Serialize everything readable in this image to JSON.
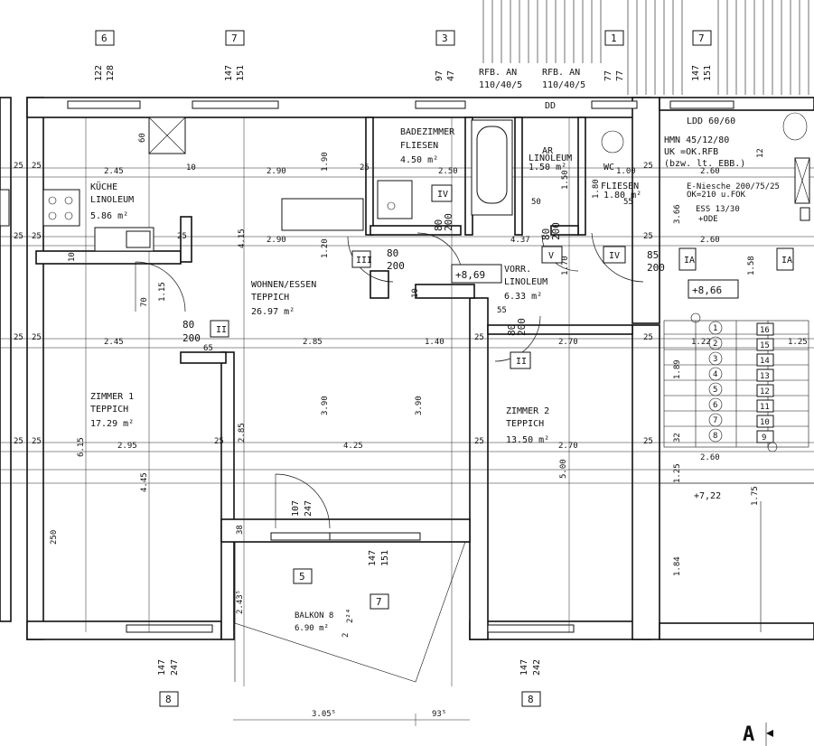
{
  "window_markers": {
    "top": [
      {
        "num": "6",
        "dim_a": "122",
        "dim_b": "128"
      },
      {
        "num": "7",
        "dim_a": "147",
        "dim_b": "151"
      },
      {
        "num": "3",
        "dim_a": "97",
        "dim_b": "47"
      },
      {
        "num": "1",
        "dim_a": "77",
        "dim_b": "77"
      },
      {
        "num": "7",
        "dim_a": "147",
        "dim_b": "151"
      }
    ],
    "bottom": [
      {
        "num": "8",
        "dim_a": "147",
        "dim_b": "247"
      },
      {
        "num": "5",
        "dim_a": "107",
        "dim_b": "247"
      },
      {
        "num": "7",
        "dim_a": "147",
        "dim_b": "151"
      },
      {
        "num": "8",
        "dim_a": "147",
        "dim_b": "242"
      }
    ]
  },
  "top_notes": {
    "rfb1": "RFB. AN",
    "rfb1_size": "110/40/5",
    "rfb2": "RFB. AN",
    "rfb2_size": "110/40/5",
    "dd": "DD",
    "ldd": "LDD 60/60",
    "hmn": "HMN 45/12/80",
    "uk": "UK =OK.RFB",
    "bzw": "(bzw. lt. EBB.)",
    "niesche": "E-Niesche 200/75/25",
    "ok": "OK=210 u.FOK",
    "ess": "ESS 13/30",
    "ode": "+ODE"
  },
  "rooms": {
    "kueche": {
      "name": "KÜCHE",
      "floor": "LINOLEUM",
      "area": "5.86 m²"
    },
    "bad": {
      "name": "BADEZIMMER",
      "floor": "FLIESEN",
      "area": "4.50 m²"
    },
    "ar": {
      "name": "AR",
      "floor": "LINOLEUM",
      "area": "1.50 m²"
    },
    "wc": {
      "name": "WC",
      "floor": "FLIESEN",
      "area": "1.80 m²"
    },
    "wohnen": {
      "name": "WOHNEN/ESSEN",
      "floor": "TEPPICH",
      "area": "26.97 m²"
    },
    "vorr": {
      "name": "VORR.",
      "floor": "LINOLEUM",
      "area": "6.33 m²"
    },
    "zimmer1": {
      "name": "ZIMMER 1",
      "floor": "TEPPICH",
      "area": "17.29 m²"
    },
    "zimmer2": {
      "name": "ZIMMER 2",
      "floor": "TEPPICH",
      "area": "13.50 m²"
    },
    "balkon": {
      "name": "BALKON 8",
      "area": "6.90 m²"
    }
  },
  "levels": {
    "main": "+8,69",
    "stair": "+8,66",
    "lower": "+7,22"
  },
  "door_tags": [
    "IV",
    "III",
    "II",
    "V",
    "IV",
    "II",
    "IA",
    "IA"
  ],
  "door_sizes": {
    "d1_w": "80",
    "d1_h": "200",
    "d2_w": "80",
    "d2_h": "200",
    "d3_w": "80",
    "d3_h": "200",
    "d4_w": "80",
    "d4_h": "200",
    "d5_w": "80",
    "d5_h": "200",
    "d6_w": "85",
    "d6_h": "200"
  },
  "dimensions": {
    "d245_a": "2.45",
    "d290": "2.90",
    "d250": "2.50",
    "d100": "1.00",
    "d260_a": "2.60",
    "d290_b": "2.90",
    "d437": "4.37",
    "d260_b": "2.60",
    "d245_b": "2.45",
    "d285": "2.85",
    "d140": "1.40",
    "d270_a": "2.70",
    "d295": "2.95",
    "d425": "4.25",
    "d270_b": "2.70",
    "d260_c": "2.60",
    "d190": "1.90",
    "d120": "1.20",
    "d415": "4.15",
    "d390_a": "3.90",
    "d390_b": "3.90",
    "d615": "6.15",
    "d445": "4.45",
    "d250_v": "250",
    "d285_v": "2.85",
    "d500": "5.00",
    "d366": "3.66",
    "d158": "1.58",
    "d189": "1.89",
    "d125": "1.25",
    "d184": "1.84",
    "d175": "1.75",
    "d305": "3.05⁵",
    "d93": "93⁵",
    "d243": "2.43⁵",
    "d122": "1.22",
    "d125_b": "1.25",
    "d25": "25",
    "d10": "10",
    "d60": "60",
    "d50": "50",
    "d55": "55",
    "d65": "65",
    "d38": "38",
    "d115": "1.15",
    "d70": "70",
    "d170": "1.70",
    "d180": "1.80",
    "d150": "1.50",
    "d224": "2²⁴",
    "d2": "2",
    "d12": "12",
    "d32": "32"
  },
  "stairs": {
    "left": [
      "1",
      "2",
      "3",
      "4",
      "5",
      "6",
      "7",
      "8"
    ],
    "right": [
      "16",
      "15",
      "14",
      "13",
      "12",
      "11",
      "10",
      "9"
    ]
  },
  "section_marker": "A"
}
